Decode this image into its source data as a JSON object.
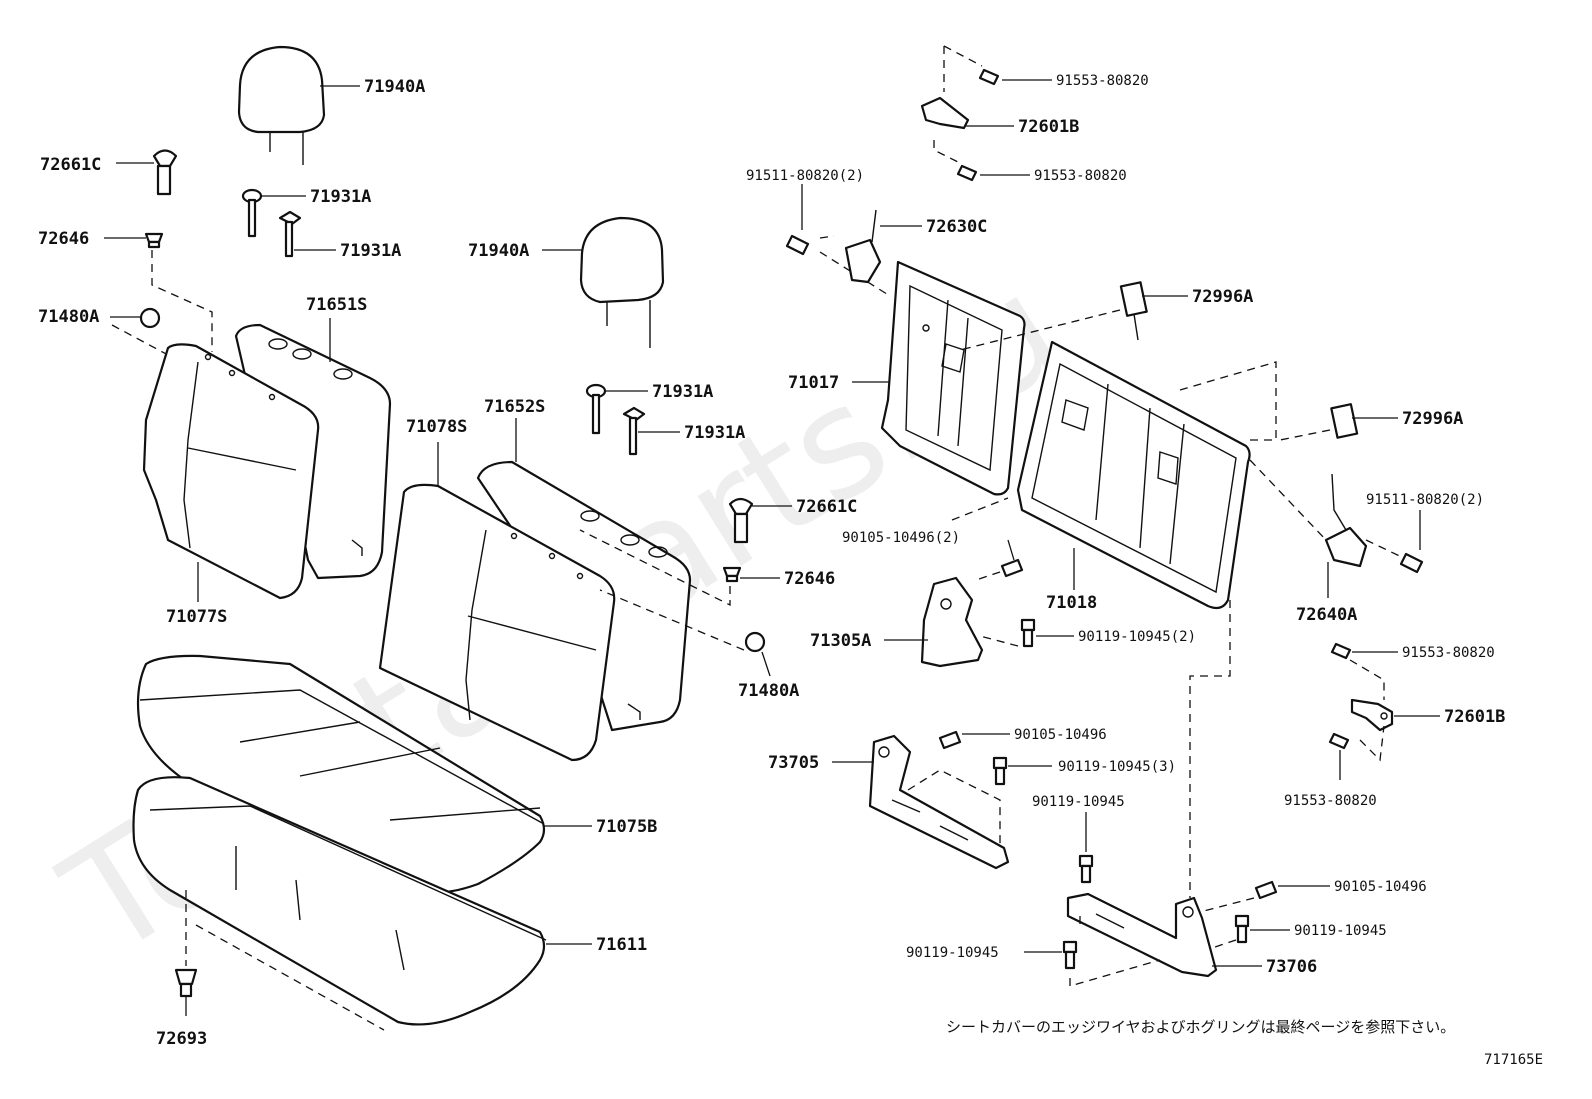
{
  "watermark": "Toyota-parts.ru",
  "diagram_code": "717165E",
  "note": "シートカバーのエッジワイヤおよびホグリングは最終ページを参照下さい。",
  "labels": {
    "headrest_top": "71940A",
    "headrest_mid": "71940A",
    "guide_top_1": "71931A",
    "guide_top_2": "71931A",
    "guide_mid_1": "71931A",
    "guide_mid_2": "71931A",
    "lock_knob_left": "72661C",
    "lock_knob_mid": "72661C",
    "bezel_left": "72646",
    "bezel_mid": "72646",
    "cover_cap_left": "71480A",
    "cover_cap_mid": "71480A",
    "back_pad_left": "71651S",
    "back_cover_left": "71077S",
    "back_pad_right": "71652S",
    "back_cover_right": "71078S",
    "cushion_cover": "71075B",
    "cushion_pad": "71611",
    "clip": "72693",
    "frame_left": "71017",
    "frame_right": "71018",
    "hinge_top": "72630C",
    "striker_1": "72996A",
    "striker_2": "72996A",
    "lock_hook_top": "72601B",
    "lock_hook_right": "72601B",
    "hinge_right": "72640A",
    "bracket_center": "71305A",
    "bracket_left_lower": "73705",
    "bracket_right_lower": "73706",
    "bolt_91553_a": "91553-80820",
    "bolt_91553_b": "91553-80820",
    "bolt_91553_c": "91553-80820",
    "bolt_91553_d": "91553-80820",
    "bolt_91511_a": "91511-80820(2)",
    "bolt_91511_b": "91511-80820(2)",
    "bolt_90105_a": "90105-10496(2)",
    "bolt_90105_b": "90105-10496",
    "bolt_90105_c": "90105-10496",
    "bolt_90119_a": "90119-10945(2)",
    "bolt_90119_b": "90119-10945(3)",
    "bolt_90119_c": "90119-10945",
    "bolt_90119_d": "90119-10945",
    "bolt_90119_e": "90119-10945"
  }
}
